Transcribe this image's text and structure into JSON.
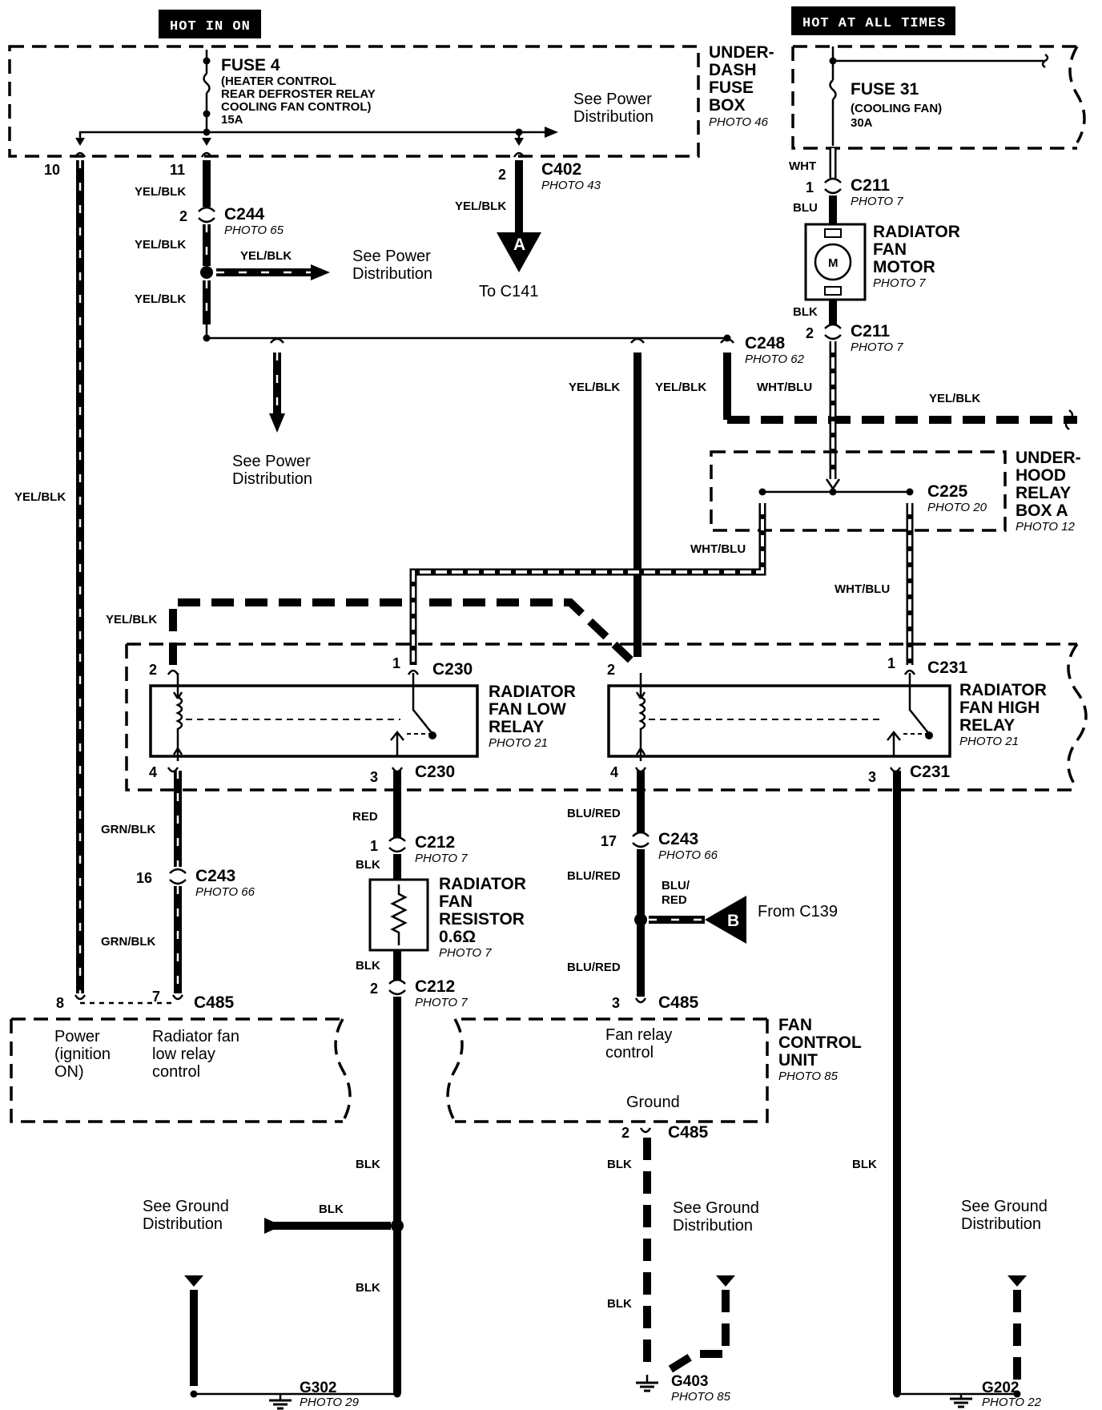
{
  "headers": {
    "hot_in_on": "HOT IN ON",
    "hot_all_times": "HOT AT ALL TIMES"
  },
  "boxes": {
    "underdash": [
      "UNDER-",
      "DASH",
      "FUSE",
      "BOX"
    ],
    "underdash_photo": "PHOTO 46",
    "underhood": [
      "UNDER-",
      "HOOD",
      "RELAY",
      "BOX A"
    ],
    "underhood_photo": "PHOTO 12"
  },
  "fuses": {
    "fuse4_name": "FUSE 4",
    "fuse4_desc": [
      "(HEATER CONTROL",
      "REAR DEFROSTER RELAY",
      "COOLING FAN CONTROL)",
      "15A"
    ],
    "fuse31_name": "FUSE 31",
    "fuse31_desc": [
      "(COOLING FAN)",
      "30A"
    ]
  },
  "connectors": {
    "c402": "C402",
    "c402_photo": "PHOTO 43",
    "c244": "C244",
    "c244_photo": "PHOTO 65",
    "c248": "C248",
    "c248_photo": "PHOTO 62",
    "c211": "C211",
    "c211_photo": "PHOTO 7",
    "c225": "C225",
    "c225_photo": "PHOTO 20",
    "c230": "C230",
    "c231": "C231",
    "c212": "C212",
    "c212_photo": "PHOTO 7",
    "c243": "C243",
    "c243_photo": "PHOTO 66",
    "c485": "C485"
  },
  "components": {
    "motor": [
      "RADIATOR",
      "FAN",
      "MOTOR"
    ],
    "motor_photo": "PHOTO 7",
    "motor_symbol": "M",
    "low_relay": [
      "RADIATOR",
      "FAN LOW",
      "RELAY"
    ],
    "low_relay_photo": "PHOTO 21",
    "high_relay": [
      "RADIATOR",
      "FAN HIGH",
      "RELAY"
    ],
    "high_relay_photo": "PHOTO 21",
    "resistor": [
      "RADIATOR",
      "FAN",
      "RESISTOR",
      "0.6Ω"
    ],
    "resistor_photo": "PHOTO 7",
    "fcu": [
      "FAN",
      "CONTROL",
      "UNIT"
    ],
    "fcu_photo": "PHOTO 85",
    "fcu_labels": [
      "Fan relay",
      "control",
      "Ground"
    ],
    "left_unit_labels": [
      "Power",
      "(ignition",
      "ON)",
      "Radiator fan",
      "low relay",
      "control"
    ]
  },
  "notes": {
    "see_power": [
      "See Power",
      "Distribution"
    ],
    "see_ground": [
      "See Ground",
      "Distribution"
    ],
    "to_c141": "To C141",
    "from_c139": "From C139",
    "ref_a": "A",
    "ref_b": "B"
  },
  "grounds": {
    "g302": "G302",
    "g302_photo": "PHOTO 29",
    "g403": "G403",
    "g403_photo": "PHOTO 85",
    "g202": "G202",
    "g202_photo": "PHOTO 22"
  },
  "wire_colors": {
    "yel_blk": "YEL/BLK",
    "wht": "WHT",
    "blu": "BLU",
    "blk": "BLK",
    "wht_blu": "WHT/BLU",
    "grn_blk": "GRN/BLK",
    "red": "RED",
    "blu_red": "BLU/RED",
    "blu_red_split": [
      "BLU/",
      "RED"
    ]
  },
  "pins": {
    "p10": "10",
    "p11": "11",
    "p2": "2",
    "p1": "1",
    "p3": "3",
    "p4": "4",
    "p16": "16",
    "p17": "17",
    "p7": "7",
    "p8": "8"
  }
}
